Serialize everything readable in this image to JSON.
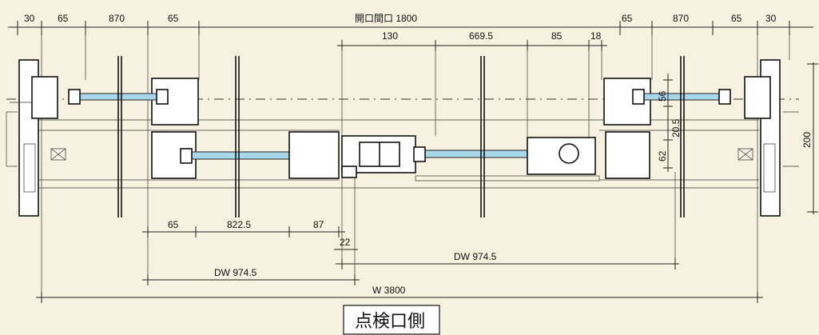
{
  "title": "点検口側",
  "top_dims": {
    "left": [
      "30",
      "65",
      "870",
      "65"
    ],
    "center": "開口間口 1800",
    "right": [
      "65",
      "870",
      "65",
      "30"
    ]
  },
  "inner_top_dims": [
    "130",
    "669.5",
    "85",
    "18"
  ],
  "right_dims": [
    "56",
    "20.5",
    "62",
    "200"
  ],
  "bottom_dims": {
    "row1": [
      "65",
      "822.5",
      "87"
    ],
    "small": "22",
    "dw_right": "DW 974.5",
    "dw_left": "DW 974.5",
    "overall": "W 3800"
  },
  "colors": {
    "background": "#f7f1df",
    "glass": "#a9d7ea",
    "line": "#111111"
  }
}
